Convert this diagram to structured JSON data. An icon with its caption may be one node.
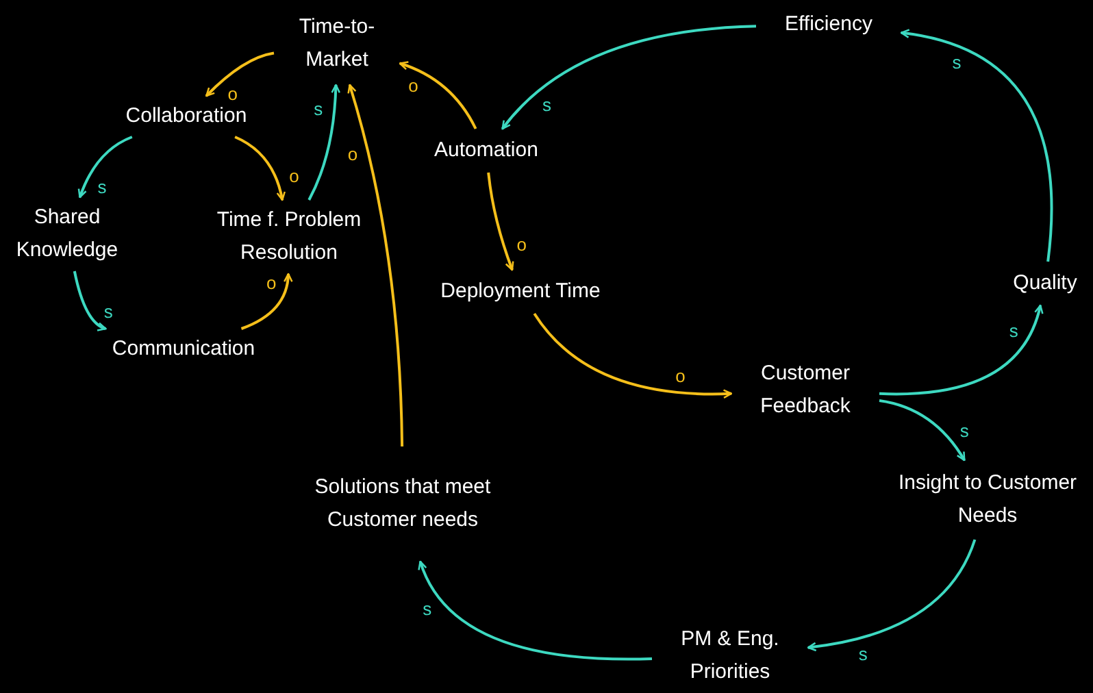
{
  "diagram": {
    "nodes": [
      {
        "text": [
          "Time-to-Market"
        ]
      },
      {
        "text": [
          "Collaboration"
        ]
      },
      {
        "text": [
          "Shared Knowledge"
        ]
      },
      {
        "text": [
          "Communication"
        ]
      },
      {
        "text": [
          "Time f. Problem Resolution"
        ]
      },
      {
        "text": [
          "Automation"
        ]
      },
      {
        "text": [
          "Efficiency"
        ]
      },
      {
        "text": [
          "Deployment Time"
        ]
      },
      {
        "text": [
          "Customer Feedback"
        ]
      },
      {
        "text": [
          "Quality"
        ]
      },
      {
        "text": [
          "Insight to Customer Needs"
        ]
      },
      {
        "text": [
          "PM & Eng. Priorities"
        ]
      },
      {
        "text": [
          "Solutions that meet Customer needs"
        ]
      }
    ],
    "edges": [
      {
        "from": 0,
        "to": 1,
        "arrow": "to",
        "label": "o",
        "color": "#f5bf1a"
      },
      {
        "from": 1,
        "to": 2,
        "arrow": "to",
        "label": "s"
      },
      {
        "from": 2,
        "to": 3,
        "arrow": "to",
        "label": "s"
      },
      {
        "from": 3,
        "to": 4,
        "arrow": "to",
        "label": "o",
        "color": "#f5bf1a"
      },
      {
        "from": 1,
        "to": 4,
        "arrow": "to",
        "label": "o",
        "color": "#f5bf1a"
      },
      {
        "from": 4,
        "to": 0,
        "arrow": "to",
        "label": "s"
      },
      {
        "from": 5,
        "to": 0,
        "arrow": "to",
        "label": "o",
        "color": "#f5bf1a"
      },
      {
        "from": 12,
        "to": 0,
        "arrow": "to",
        "label": "o",
        "color": "#f5bf1a"
      },
      {
        "from": 6,
        "to": 5,
        "arrow": "to",
        "label": "s"
      },
      {
        "from": 5,
        "to": 7,
        "arrow": "to",
        "label": "o",
        "color": "#f5bf1a"
      },
      {
        "from": 7,
        "to": 8,
        "arrow": "to",
        "label": "o",
        "color": "#f5bf1a"
      },
      {
        "from": 8,
        "to": 9,
        "arrow": "to",
        "label": "s"
      },
      {
        "from": 9,
        "to": 6,
        "arrow": "to",
        "label": "s"
      },
      {
        "from": 8,
        "to": 10,
        "arrow": "to",
        "label": "s"
      },
      {
        "from": 10,
        "to": 11,
        "arrow": "to",
        "label": "s"
      },
      {
        "from": 11,
        "to": 12,
        "arrow": "to",
        "label": "s"
      }
    ]
  }
}
